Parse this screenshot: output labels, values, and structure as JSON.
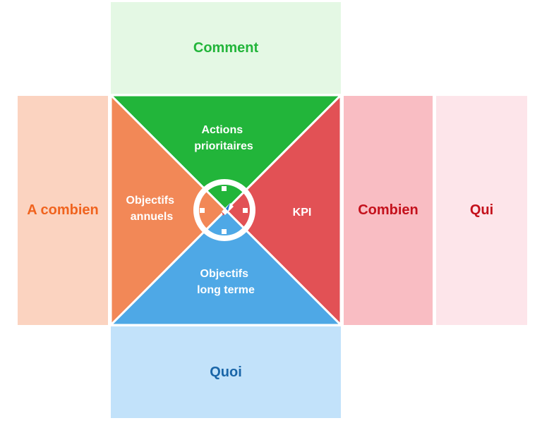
{
  "panels": {
    "top": "Comment",
    "bottom": "Quoi",
    "left": "A combien",
    "right_inner": "Combien",
    "right_outer": "Qui"
  },
  "triangles": {
    "top": [
      "Actions",
      "prioritaires"
    ],
    "left": [
      "Objectifs",
      "annuels"
    ],
    "right": [
      "KPI"
    ],
    "bottom": [
      "Objectifs",
      "long terme"
    ]
  },
  "colors": {
    "green": "#22b53a",
    "orange": "#f28857",
    "red": "#e25155",
    "blue": "#4ea8e6"
  }
}
